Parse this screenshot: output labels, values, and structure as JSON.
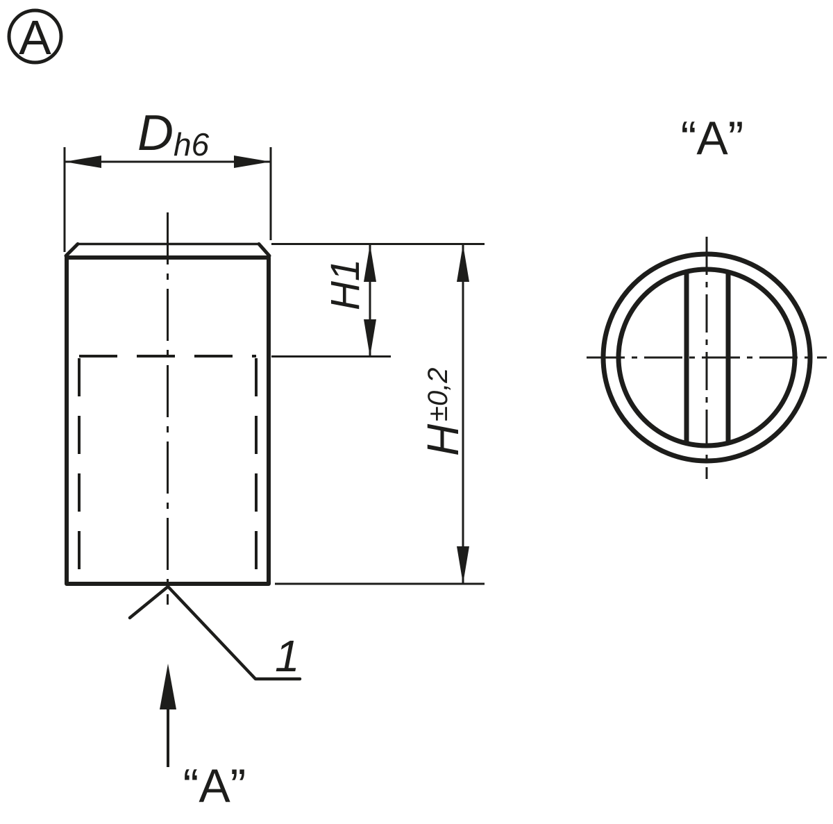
{
  "colors": {
    "ink": "#1d1d1b",
    "paper": "#ffffff"
  },
  "drawing": {
    "detail_marker": "A",
    "dims": {
      "d_symbol": "D",
      "d_tolerance": "h6",
      "h1": "H1",
      "h_symbol": "H",
      "h_tolerance": "±0,2"
    },
    "callout": "1",
    "view_direction_label": "“A”",
    "view_a_title": "“A”"
  }
}
